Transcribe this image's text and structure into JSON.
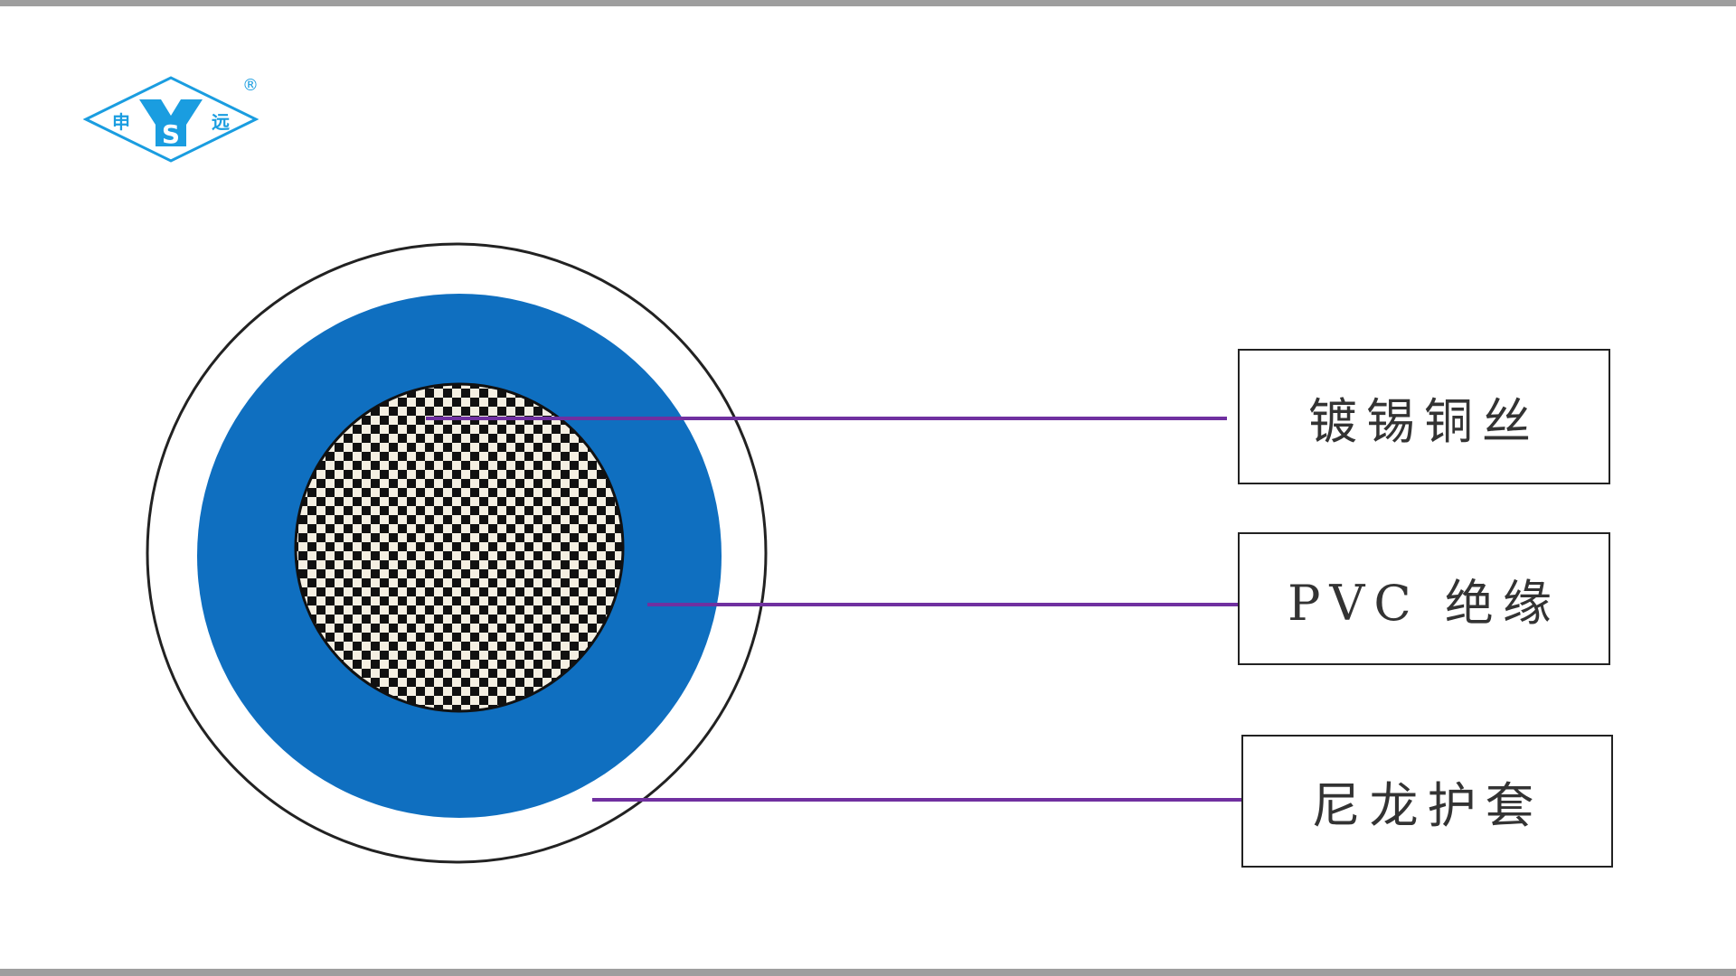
{
  "logo": {
    "left_char": "申",
    "right_char": "远",
    "letters": "YS",
    "registered": "®",
    "color": "#1a9de0"
  },
  "diagram": {
    "colors": {
      "insulation": "#0f6fc0",
      "leader_line": "#7030a0",
      "sheath_outline": "#222222"
    },
    "labels": [
      {
        "id": "conductor",
        "text": "镀锡铜丝"
      },
      {
        "id": "insulation",
        "text": "PVC 绝缘"
      },
      {
        "id": "sheath",
        "text": "尼龙护套"
      }
    ]
  }
}
